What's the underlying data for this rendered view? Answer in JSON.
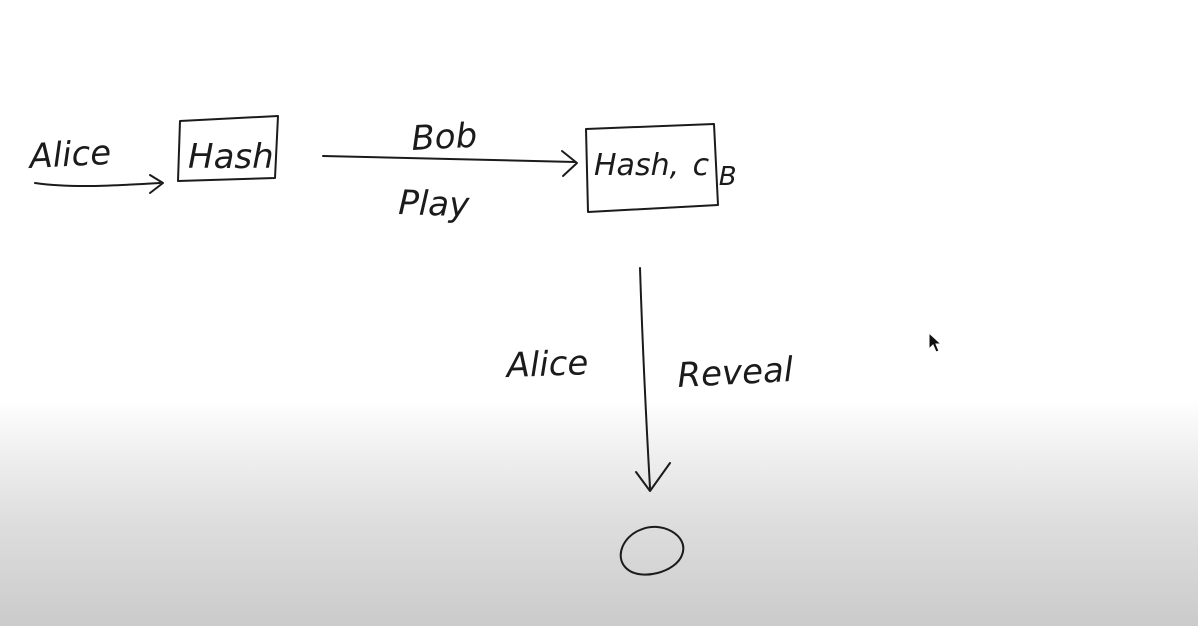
{
  "diagram": {
    "alice_label_1": "Alice",
    "hash_box_1": "Hash",
    "bob_label": "Bob",
    "play_label": "Play",
    "hash_box_2_main": "Hash,",
    "hash_box_2_c": "c",
    "hash_box_2_sub": "B",
    "alice_label_2": "Alice",
    "reveal_label": "Reveal"
  },
  "icons": {
    "cursor": "mouse-pointer-icon"
  }
}
